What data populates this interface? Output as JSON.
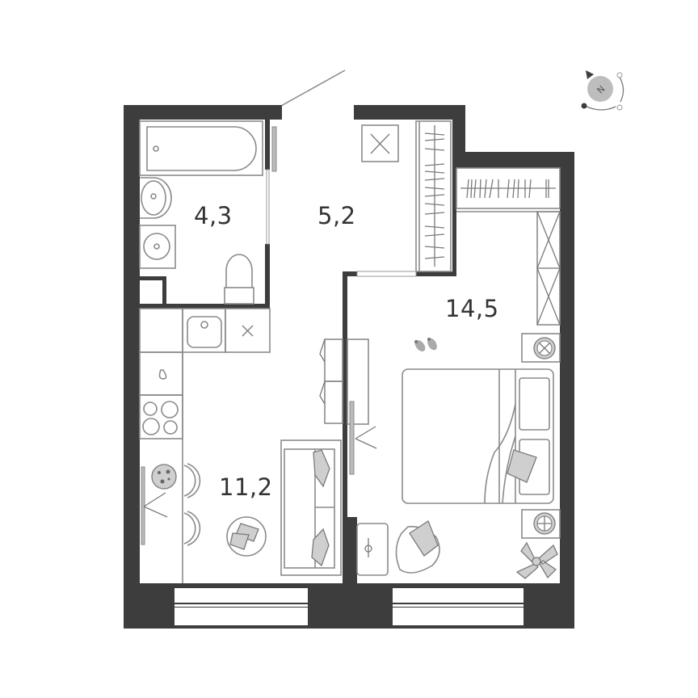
{
  "plan": {
    "compass_label": "N",
    "rooms": [
      {
        "id": "bathroom",
        "area": "4,3"
      },
      {
        "id": "hallway",
        "area": "5,2"
      },
      {
        "id": "kitchen-living",
        "area": "11,2"
      },
      {
        "id": "bedroom",
        "area": "14,5"
      }
    ]
  },
  "colors": {
    "wall": "#3d3d3d",
    "line": "#8a8a8a",
    "fill_accent": "#cfcfcf",
    "background": "#ffffff"
  }
}
